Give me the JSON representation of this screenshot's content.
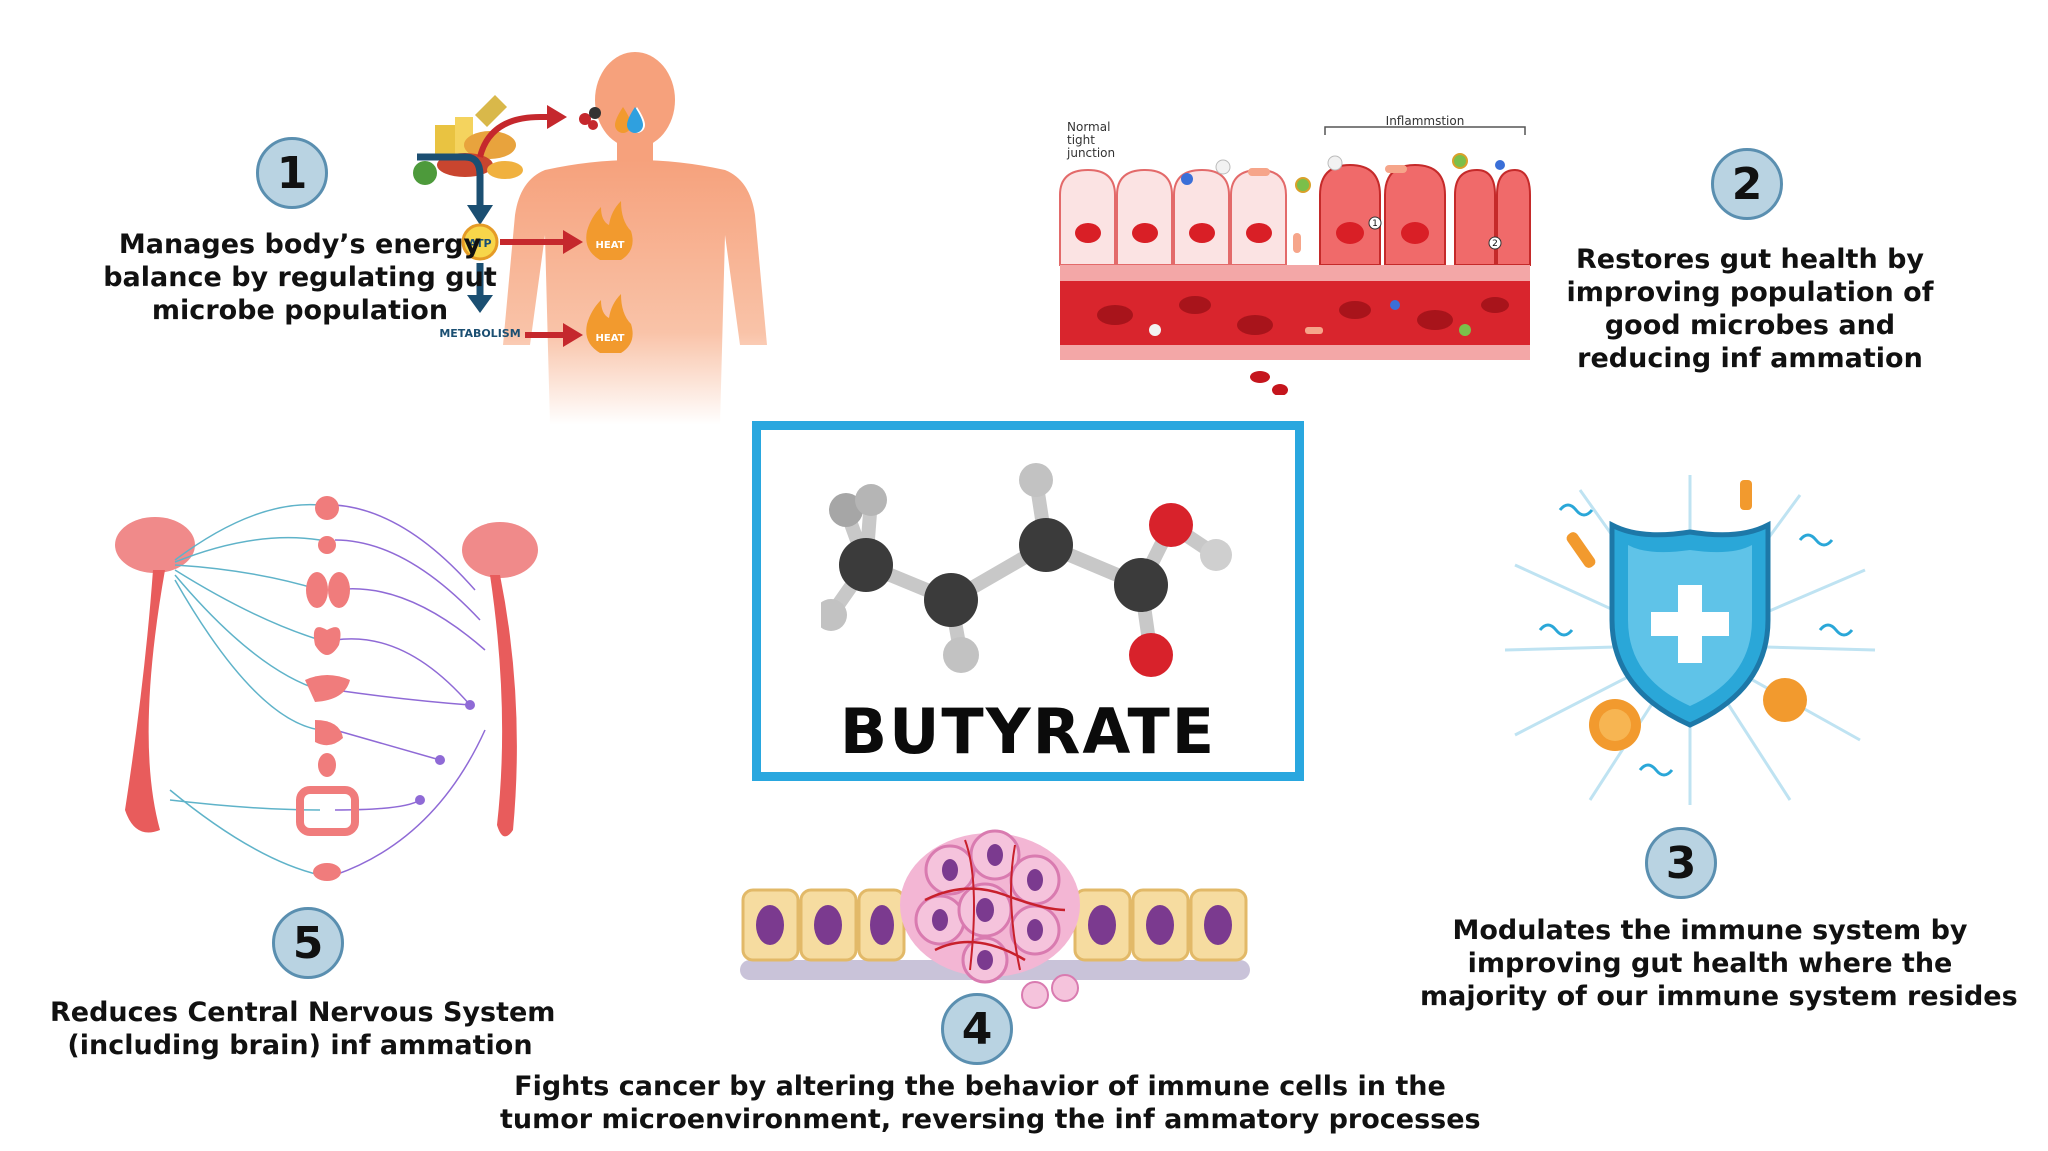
{
  "center": {
    "title": "BUTYRATE"
  },
  "items": [
    {
      "number": "1",
      "caption_lines": [
        "Manages body’s energy",
        "balance by regulating gut",
        "microbe population"
      ]
    },
    {
      "number": "2",
      "caption_lines": [
        "Restores gut health by",
        "improving population of",
        "good microbes and",
        "reducing inf ammation"
      ]
    },
    {
      "number": "3",
      "caption_lines": [
        "Modulates the immune system by",
        "improving gut health where the",
        "majority of our immune system resides"
      ]
    },
    {
      "number": "4",
      "caption_lines": [
        "Fights cancer by altering the behavior of immune cells in the",
        "tumor microenvironment, reversing the inf ammatory processes"
      ]
    },
    {
      "number": "5",
      "caption_lines": [
        "Reduces Central Nervous System",
        "(including brain) inf ammation"
      ]
    }
  ],
  "metabolism_illustration": {
    "atp": "ATP",
    "metabolism": "METABOLISM",
    "heat_1": "HEAT",
    "heat_2": "HEAT"
  },
  "gut_illustration": {
    "normal_label_lines": [
      "Normal",
      "tight",
      "junction"
    ],
    "inflammation_label": "Inflammstion",
    "marker_1": "1",
    "marker_2": "2"
  },
  "colors": {
    "accent_blue": "#29a7df",
    "badge_fill": "#b9d3e2",
    "badge_border": "#5a8fb0"
  }
}
